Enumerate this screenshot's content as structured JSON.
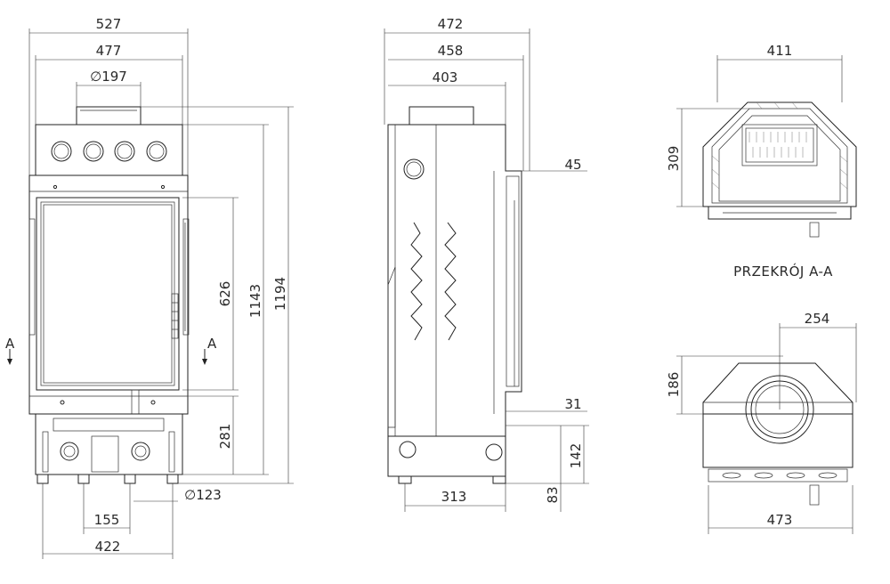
{
  "front_view": {
    "dims": {
      "width_total": "527",
      "width_body": "477",
      "flue_diameter": "∅197",
      "glass_height": "626",
      "height_body": "1143",
      "height_total": "1194",
      "base_height": "281",
      "leg_diameter": "∅123",
      "leg_spacing": "155",
      "leg_outer": "422"
    },
    "section_marker": "A"
  },
  "side_view": {
    "dims": {
      "depth_total": "472",
      "depth_mid": "458",
      "depth_body": "403",
      "door_offset": "45",
      "frame_offset": "31",
      "inlet_height": "142",
      "inlet_bottom": "83",
      "leg_depth": "313"
    }
  },
  "section_view": {
    "dims": {
      "width": "411",
      "height": "309"
    },
    "caption": "PRZEKRÓJ A-A"
  },
  "top_view": {
    "dims": {
      "half_width": "254",
      "depth": "186",
      "width": "473"
    }
  }
}
